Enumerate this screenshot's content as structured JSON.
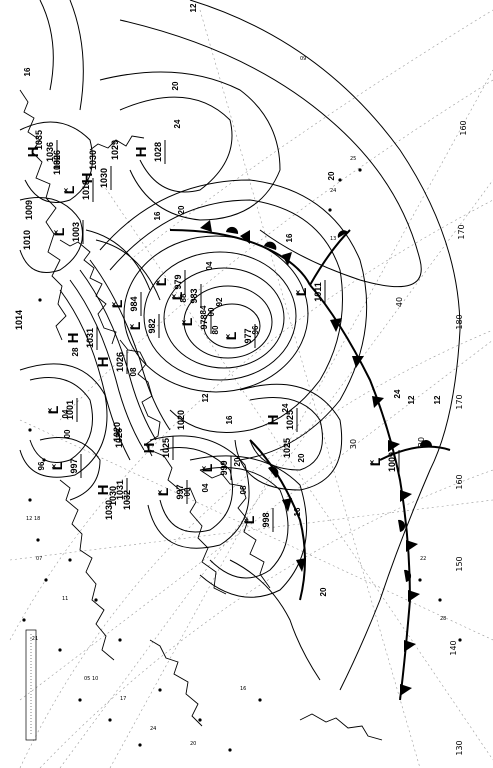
{
  "centers": [
    {
      "kind": "H",
      "value": "1028"
    },
    {
      "kind": "H",
      "value": "1030"
    },
    {
      "kind": "H",
      "value": "1036"
    },
    {
      "kind": "H",
      "value": "1031"
    },
    {
      "kind": "H",
      "value": "1026"
    },
    {
      "kind": "H",
      "value": "1025"
    },
    {
      "kind": "H",
      "value": "1025"
    },
    {
      "kind": "H",
      "value": "1031"
    },
    {
      "kind": "L",
      "value": "977"
    },
    {
      "kind": "L",
      "value": "979"
    },
    {
      "kind": "L",
      "value": "983"
    },
    {
      "kind": "L",
      "value": "984"
    },
    {
      "kind": "L",
      "value": "982"
    },
    {
      "kind": "L",
      "value": "978"
    },
    {
      "kind": "L",
      "value": "997"
    },
    {
      "kind": "L",
      "value": "999"
    },
    {
      "kind": "L",
      "value": "998"
    },
    {
      "kind": "L",
      "value": "1009"
    },
    {
      "kind": "L",
      "value": "1011"
    },
    {
      "kind": "L",
      "value": "1003"
    },
    {
      "kind": "L",
      "value": "1001"
    },
    {
      "kind": "L",
      "value": "997"
    },
    {
      "kind": "L",
      "value": "1018"
    }
  ],
  "pressure_labels": [
    "1035",
    "1030",
    "1009",
    "1010",
    "1014",
    "1030",
    "1020",
    "1030",
    "1032",
    "1029",
    "1030",
    "1026",
    "1020",
    "1025",
    "1026"
  ],
  "isobar_labels": [
    "12",
    "16",
    "20",
    "24",
    "20",
    "16",
    "04",
    "00",
    "96",
    "92",
    "88",
    "84",
    "80",
    "08",
    "12",
    "16",
    "20",
    "24",
    "28",
    "04",
    "00",
    "96",
    "20",
    "16",
    "12",
    "24",
    "20",
    "16",
    "20",
    "12",
    "08",
    "04",
    "00"
  ],
  "graticule_labels": [
    "160",
    "170",
    "180",
    "170",
    "160",
    "150",
    "140",
    "130",
    "30",
    "20",
    "40"
  ],
  "chart_data": {
    "type": "weather-map",
    "projection": "polar-stereographic (rotated)",
    "highs": [
      "1028",
      "1030",
      "1036",
      "1031",
      "1026",
      "1025",
      "1025",
      "1031"
    ],
    "lows": [
      "977",
      "979",
      "983",
      "984",
      "982",
      "978",
      "997",
      "999",
      "998",
      "1009",
      "1011",
      "1003",
      "1001",
      "997",
      "1018"
    ],
    "fronts": [
      "cold",
      "warm",
      "occluded"
    ]
  }
}
